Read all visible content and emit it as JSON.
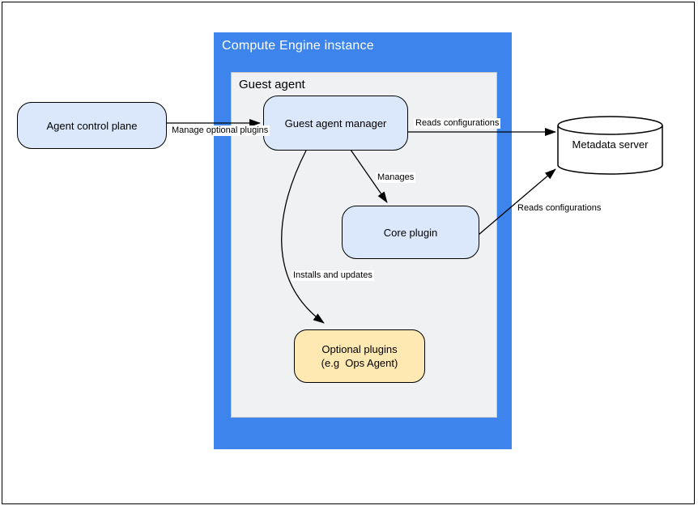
{
  "diagram": {
    "type": "architecture-diagram",
    "colors": {
      "container_blue": "#3d85ec",
      "panel_gray": "#f0f1f3",
      "node_light_blue": "#dbe8fb",
      "node_yellow": "#ffe9b3",
      "cylinder_white": "#ffffff",
      "stroke": "#000000",
      "title_text": "#ffffff"
    },
    "containers": {
      "compute_engine": {
        "title": "Compute Engine instance"
      },
      "guest_agent": {
        "title": "Guest agent"
      }
    },
    "nodes": {
      "agent_control_plane": {
        "label": "Agent control plane",
        "shape": "rounded-rect"
      },
      "guest_agent_manager": {
        "label": "Guest agent manager",
        "shape": "rounded-rect"
      },
      "core_plugin": {
        "label": "Core plugin",
        "shape": "rounded-rect"
      },
      "optional_plugins": {
        "label_line1": "Optional plugins",
        "label_line2": "(e.g  Ops Agent)",
        "shape": "rounded-rect"
      },
      "metadata_server": {
        "label": "Metadata server",
        "shape": "cylinder"
      }
    },
    "edges": {
      "manage_optional_plugins": {
        "label": "Manage optional plugins",
        "from": "agent_control_plane",
        "to": "guest_agent_manager"
      },
      "reads_configurations_manager": {
        "label": "Reads configurations",
        "from": "guest_agent_manager",
        "to": "metadata_server"
      },
      "manages": {
        "label": "Manages",
        "from": "guest_agent_manager",
        "to": "core_plugin"
      },
      "reads_configurations_core": {
        "label": "Reads configurations",
        "from": "core_plugin",
        "to": "metadata_server"
      },
      "installs_and_updates": {
        "label": "Installs and updates",
        "from": "guest_agent_manager",
        "to": "optional_plugins"
      }
    }
  }
}
